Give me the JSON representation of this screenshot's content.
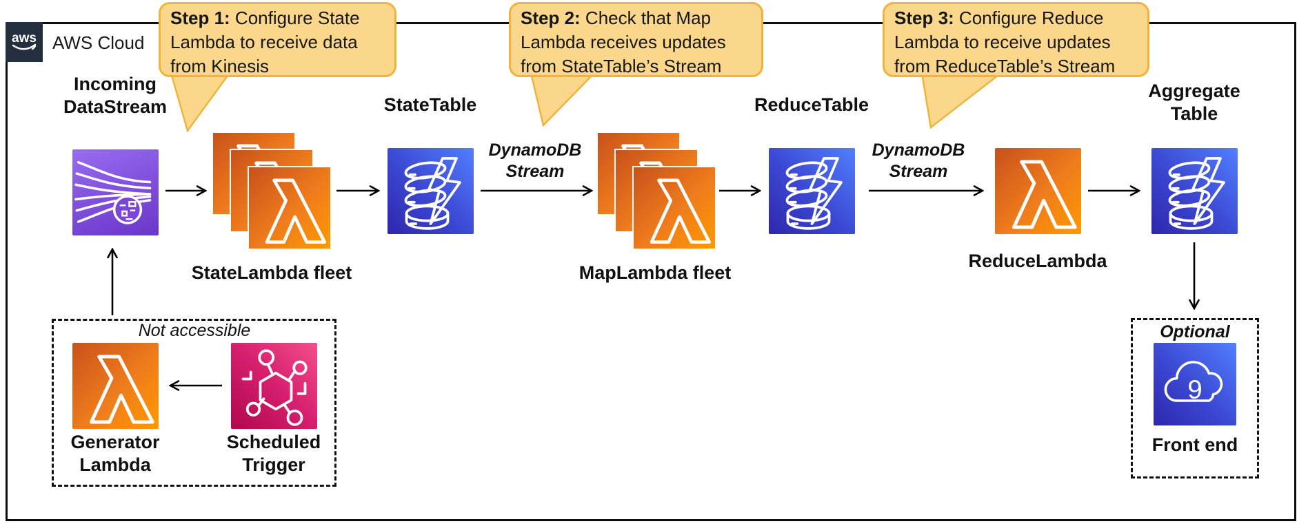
{
  "header": {
    "logo_text": "aws",
    "cloud_label": "AWS Cloud"
  },
  "callouts": [
    {
      "title": "Step 1:",
      "body": " Configure State\nLambda to receive data\nfrom Kinesis"
    },
    {
      "title": "Step 2:",
      "body": " Check that Map\nLambda receives updates\nfrom StateTable’s Stream"
    },
    {
      "title": "Step 3:",
      "body": " Configure Reduce\nLambda to receive updates\nfrom ReduceTable’s Stream"
    }
  ],
  "nodes": {
    "incoming_datastream": {
      "label": "Incoming DataStream"
    },
    "state_lambda_fleet": {
      "label": "StateLambda fleet"
    },
    "state_table": {
      "label": "StateTable"
    },
    "map_lambda_fleet": {
      "label": "MapLambda fleet"
    },
    "reduce_table": {
      "label": "ReduceTable"
    },
    "reduce_lambda": {
      "label": "ReduceLambda"
    },
    "aggregate_table": {
      "label": "Aggregate Table"
    },
    "front_end": {
      "label": "Front end"
    },
    "generator_lambda": {
      "label": "Generator Lambda"
    },
    "scheduled_trigger": {
      "label": "Scheduled Trigger"
    }
  },
  "edges": {
    "dynamodb_stream": "DynamoDB Stream"
  },
  "groups": {
    "not_accessible": "Not accessible",
    "optional": "Optional"
  },
  "icons": [
    "aws-logo-icon",
    "kinesis-stream-icon",
    "lambda-icon",
    "dynamodb-stream-icon",
    "cloud9-icon",
    "scheduled-trigger-icon"
  ],
  "colors": {
    "frame_border": "#0d0d0d",
    "logo_bg": "#232f3e",
    "callout_fill": "#fbd78c",
    "callout_border": "#f0b43c",
    "lambda_orange_start": "#c8511b",
    "lambda_orange_end": "#ff9900",
    "dynamodb_blue_start": "#2e27ad",
    "dynamodb_blue_end": "#527fff",
    "kinesis_purple_start": "#9a6cf0",
    "kinesis_purple_end": "#6b36c9",
    "trigger_pink_start": "#b0084d",
    "trigger_pink_end": "#f34f8b"
  }
}
